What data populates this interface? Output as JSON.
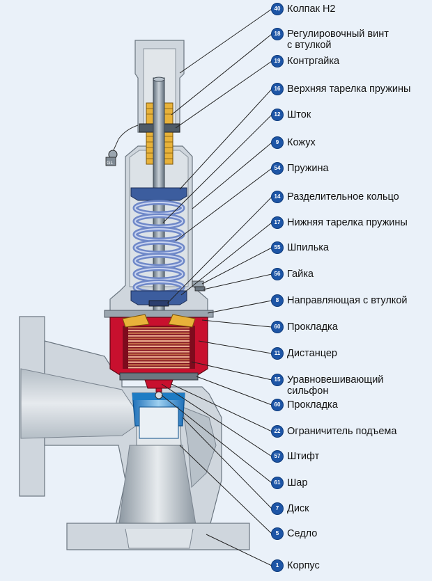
{
  "colors": {
    "background": "#eaf1f9",
    "body_grey": "#cfd6dd",
    "body_dark": "#9aa5af",
    "spring_blue": "#6f88c8",
    "bellows_red": "#c8102e",
    "spacer_copper": "#d98a6a",
    "gold_nut": "#e8b23a",
    "disk_cyan": "#2aa3d8",
    "badge_blue": "#1d55a6",
    "leader": "#222222"
  },
  "callouts": [
    {
      "num": "40",
      "label": "Колпак H2"
    },
    {
      "num": "18",
      "label": "Регулировочный винт\nс втулкой"
    },
    {
      "num": "19",
      "label": "Контргайка"
    },
    {
      "num": "16",
      "label": "Верхняя тарелка пружины"
    },
    {
      "num": "12",
      "label": "Шток"
    },
    {
      "num": "9",
      "label": "Кожух"
    },
    {
      "num": "54",
      "label": "Пружина"
    },
    {
      "num": "14",
      "label": "Разделительное кольцо"
    },
    {
      "num": "17",
      "label": "Нижняя тарелка пружины"
    },
    {
      "num": "55",
      "label": "Шпилька"
    },
    {
      "num": "56",
      "label": "Гайка"
    },
    {
      "num": "8",
      "label": "Направляющая с втулкой"
    },
    {
      "num": "60",
      "label": "Прокладка"
    },
    {
      "num": "11",
      "label": "Дистанцер"
    },
    {
      "num": "15",
      "label": "Уравновешивающий\nсильфон"
    },
    {
      "num": "60",
      "label": "Прокладка"
    },
    {
      "num": "22",
      "label": "Ограничитель подъема"
    },
    {
      "num": "57",
      "label": "Штифт"
    },
    {
      "num": "61",
      "label": "Шар"
    },
    {
      "num": "7",
      "label": "Диск"
    },
    {
      "num": "5",
      "label": "Седло"
    },
    {
      "num": "1",
      "label": "Корпус"
    }
  ],
  "tag_text": "GL"
}
